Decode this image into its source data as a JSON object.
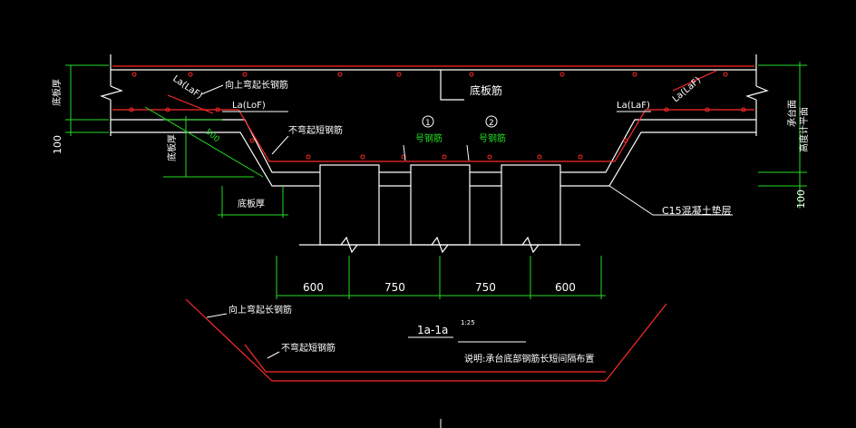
{
  "colors": {
    "background": "#000000",
    "rebar": "#ff2a2a",
    "outline": "#ffffff",
    "dimension": "#22dd22",
    "note_text": "#ffffff",
    "rebar_text": "#22dd22"
  },
  "labels": {
    "base_plate_thickness_left": "底板厚",
    "dim_100_left": "100",
    "base_plate_thickness_2": "底板厚",
    "bent_up_long": "向上弯起长钢筋",
    "la_lof_top": "La(LoF)",
    "la_lof_left_small": "La(LaF)",
    "la_lof_right_small": "La(LaF)",
    "la_lof_right": "La(LaF)",
    "not_bent_short": "不弯起短钢筋",
    "dim_500": "500",
    "base_plate_rebar": "底板筋",
    "rebar_no1_circle": "1",
    "rebar_no1": "号钢筋",
    "rebar_no2_circle": "2",
    "rebar_no2": "号钢筋",
    "base_plate_thickness_bottom": "底板厚",
    "c15_cushion": "C15混凝土垫层",
    "cap_top_elev_1": "承台面",
    "cap_top_elev_2": "高度计平面",
    "dim_100_right": "100",
    "dims": [
      "600",
      "750",
      "750",
      "600"
    ],
    "section_title": "1a-1a",
    "scale": "1:25",
    "legend_bent_up": "向上弯起长钢筋",
    "legend_not_bent": "不弯起短钢筋",
    "note": "说明:承台底部钢筋长短间隔布置"
  }
}
